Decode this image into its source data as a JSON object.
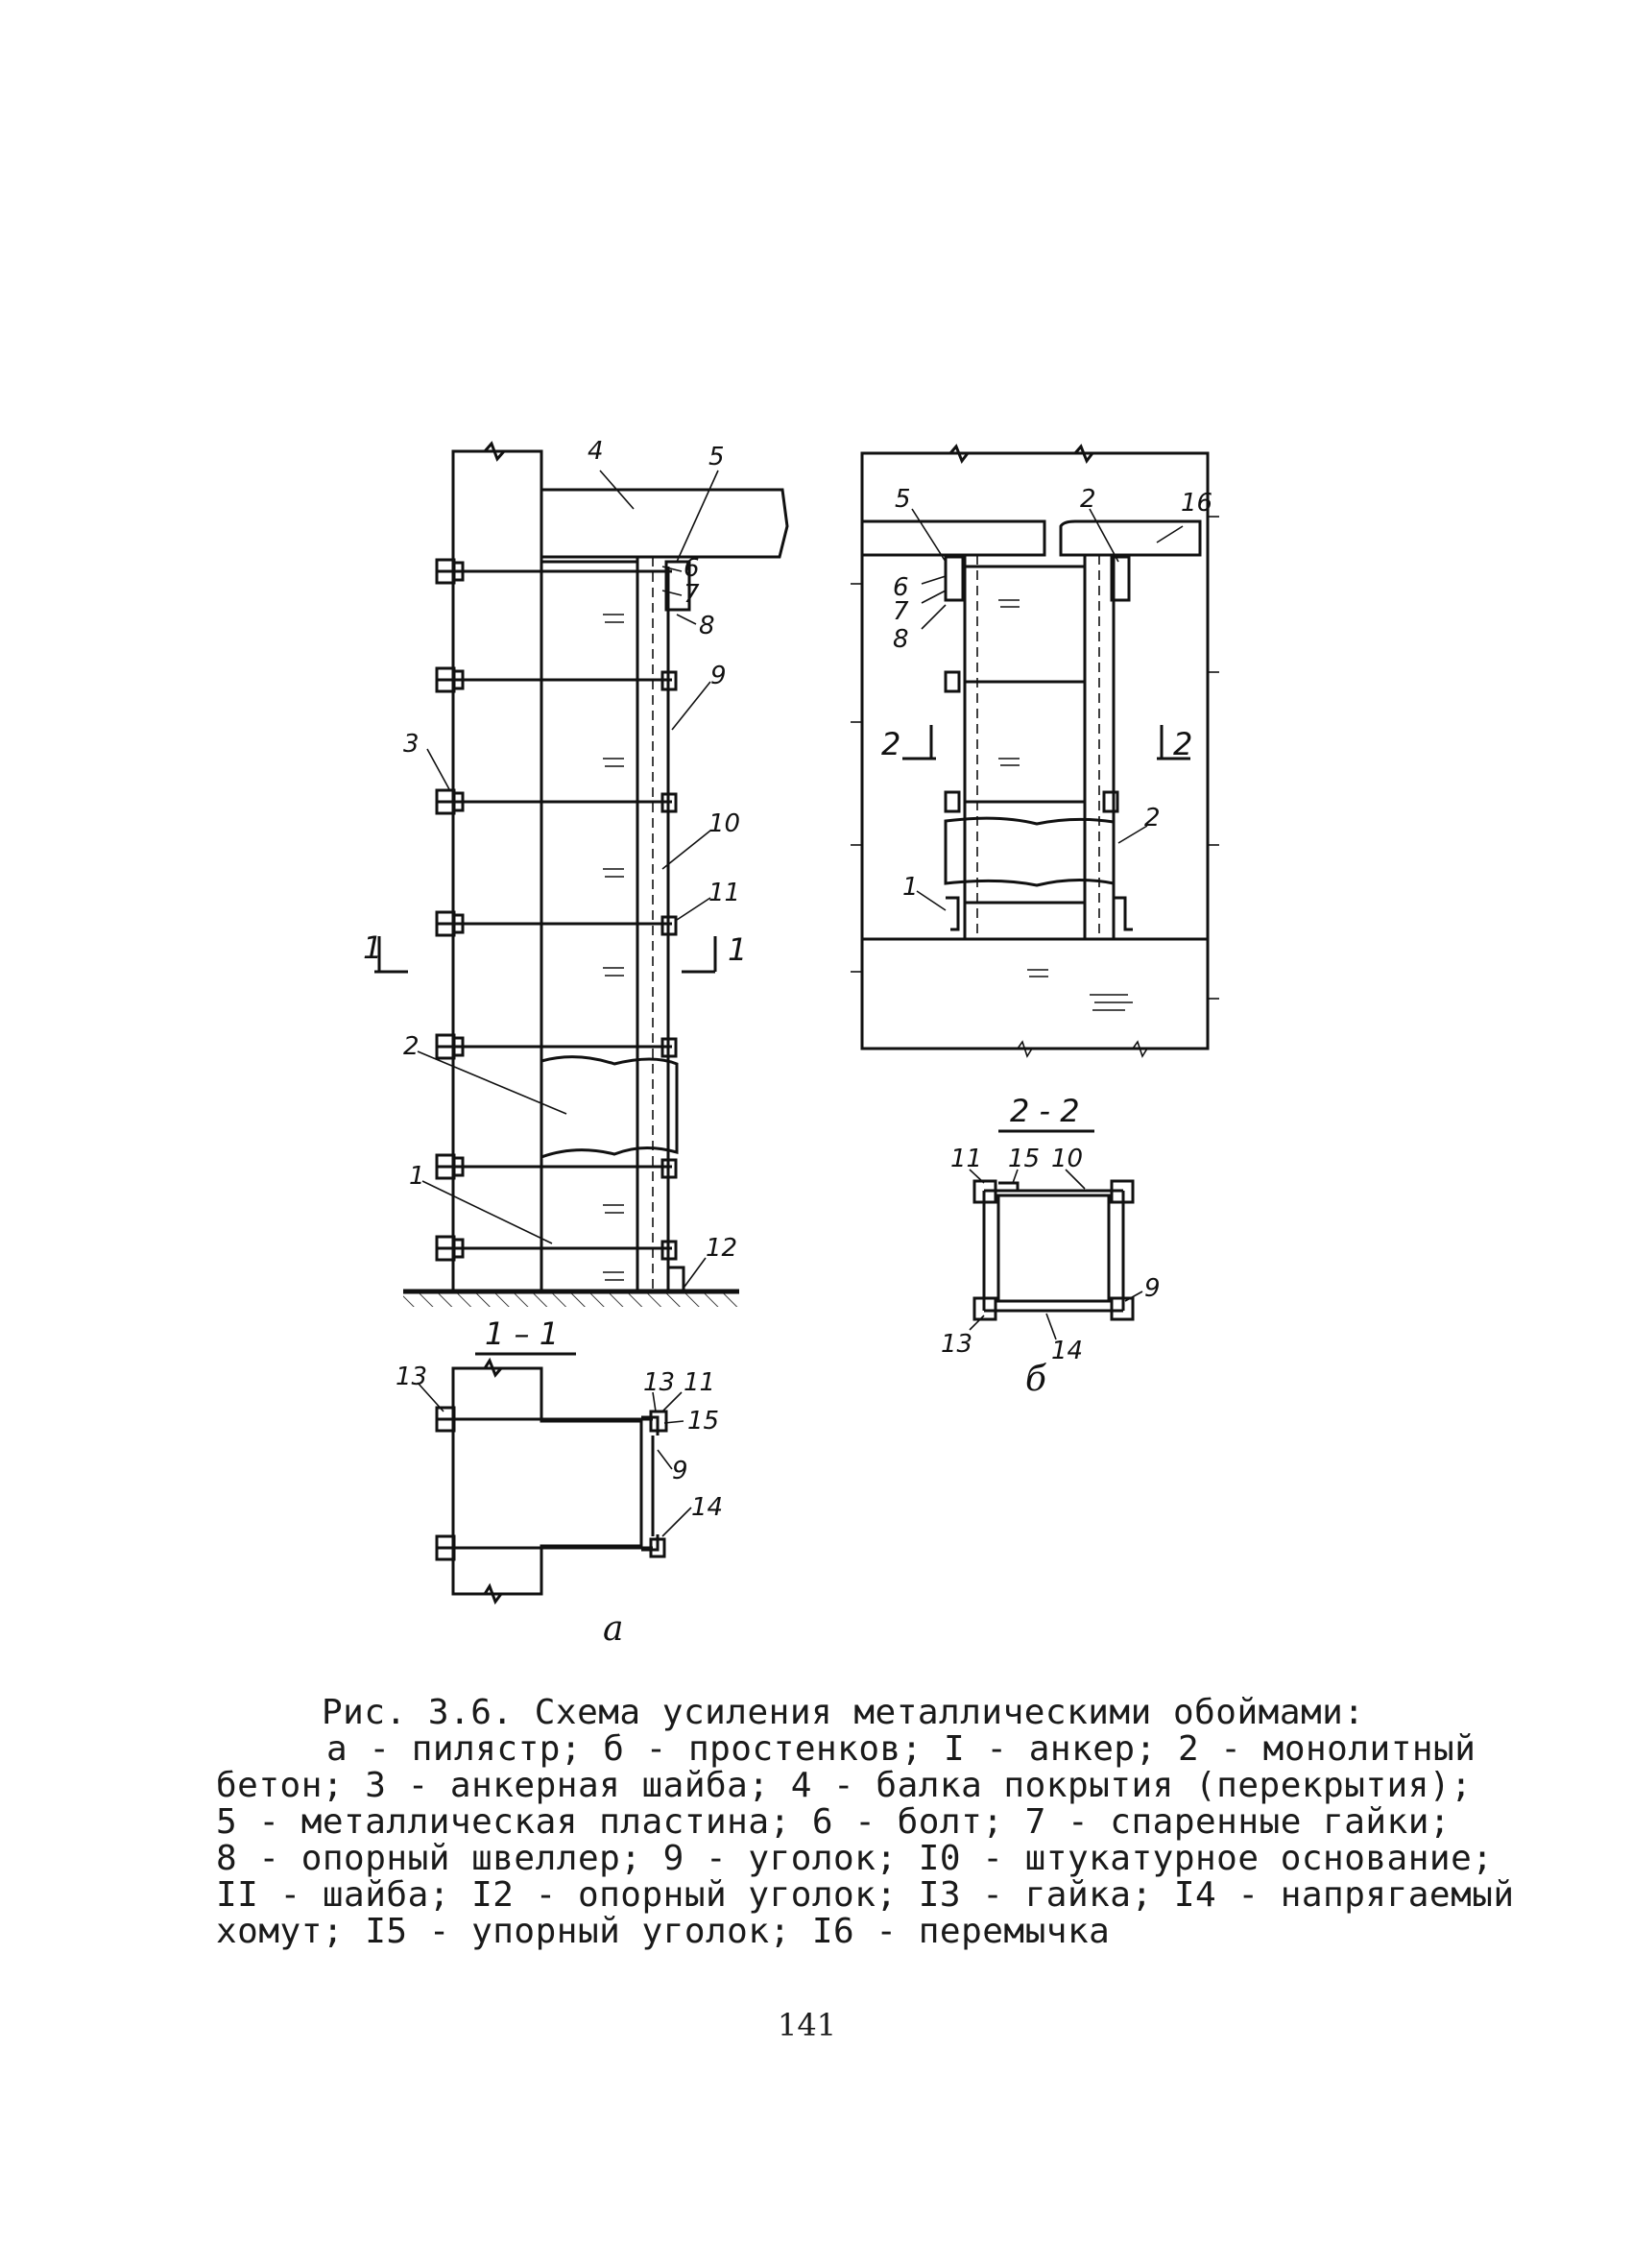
{
  "figure": {
    "caption_title": "Рис. 3.6. Схема усиления металлическими обоймами:",
    "caption_lines": [
      "а - пилястр; б - простенков; I - анкер; 2 - монолитный",
      "бетон; 3 - анкерная шайба; 4 - балка покрытия (перекрытия);",
      "5 - металлическая пластина; 6 - болт; 7 - спаренные гайки;",
      "8 - опорный швеллер; 9 - уголок; I0 - штукатурное основание;",
      "II - шайба; I2 - опорный уголок; I3 - гайка; I4 - напрягаемый",
      "хомут; I5 - упорный уголок; I6 - перемычка"
    ],
    "subfigure_a": "а",
    "subfigure_b": "б"
  },
  "section_labels": {
    "s11": "1 – 1",
    "s22": "2 - 2",
    "cut1_left": "1",
    "cut1_right": "1",
    "cut2_left": "2",
    "cut2_right": "2"
  },
  "callouts": {
    "n1": "1",
    "n2": "2",
    "n3": "3",
    "n4": "4",
    "n5": "5",
    "n6": "6",
    "n7": "7",
    "n8": "8",
    "n9": "9",
    "n10": "10",
    "n11": "11",
    "n12": "12",
    "n13": "13",
    "n14": "14",
    "n15": "15",
    "n16": "16"
  },
  "page": {
    "number": "141"
  }
}
